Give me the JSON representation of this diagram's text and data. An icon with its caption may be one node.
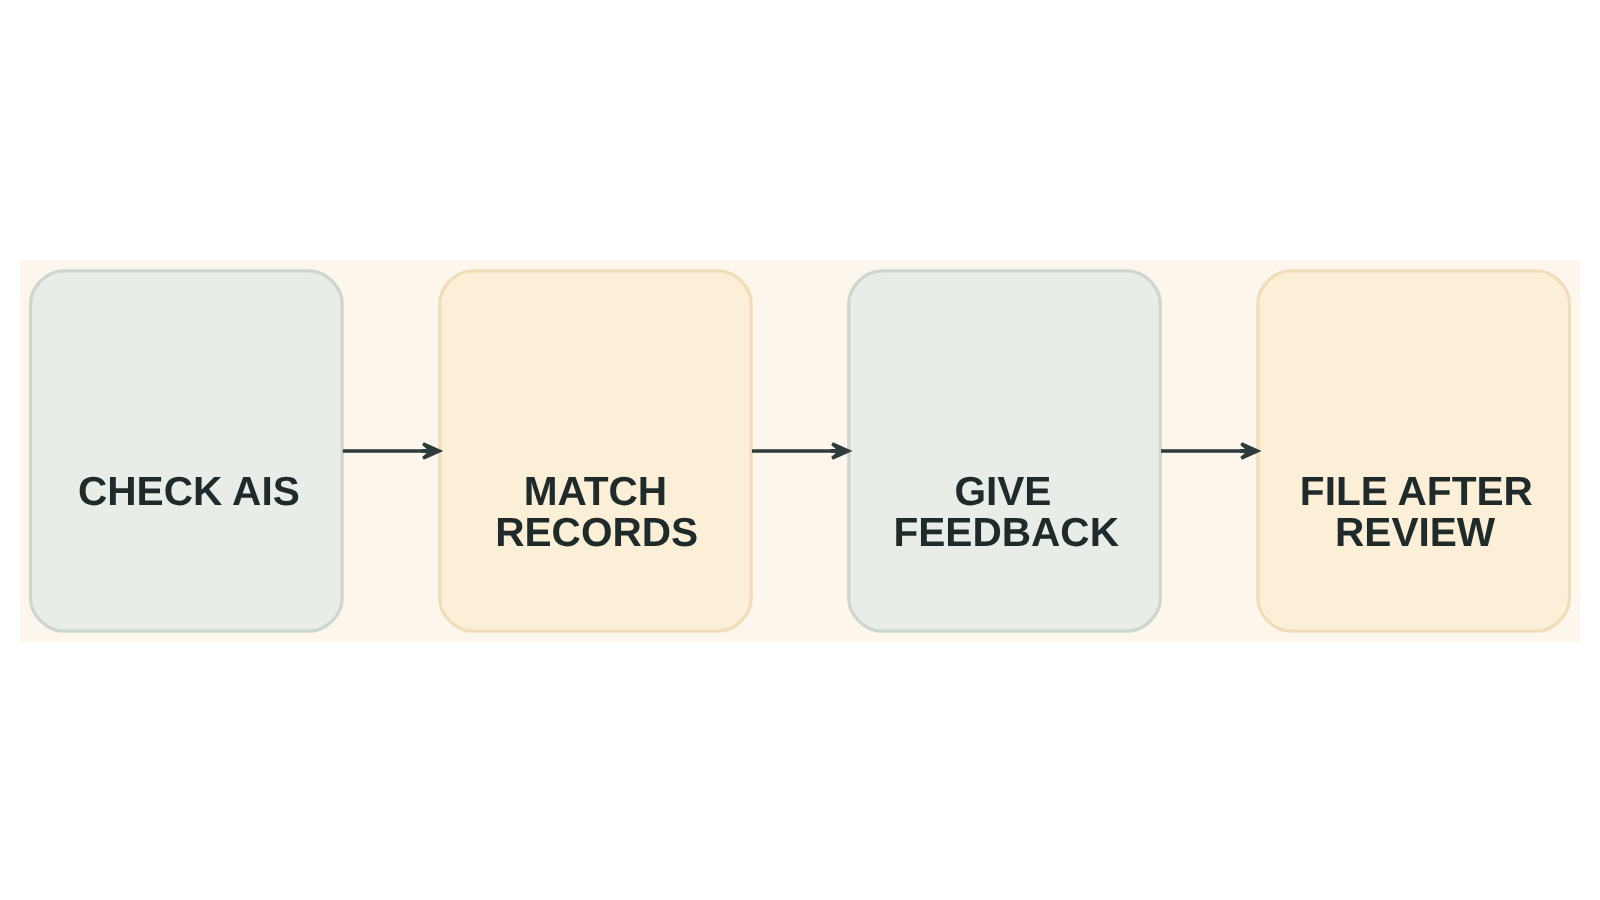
{
  "diagram": {
    "nodes": [
      {
        "text": [
          "CHECK AIS"
        ]
      },
      {
        "text": [
          "MATCH RECORDS"
        ]
      },
      {
        "text": [
          "GIVE FEEDBACK"
        ]
      },
      {
        "text": [
          "FILE AFTER REVIEW"
        ]
      }
    ],
    "edges": [
      {
        "from": 0,
        "to": 1,
        "arrow": "to"
      },
      {
        "from": 1,
        "to": 2,
        "arrow": "to"
      },
      {
        "from": 2,
        "to": 3,
        "arrow": "to"
      }
    ]
  }
}
